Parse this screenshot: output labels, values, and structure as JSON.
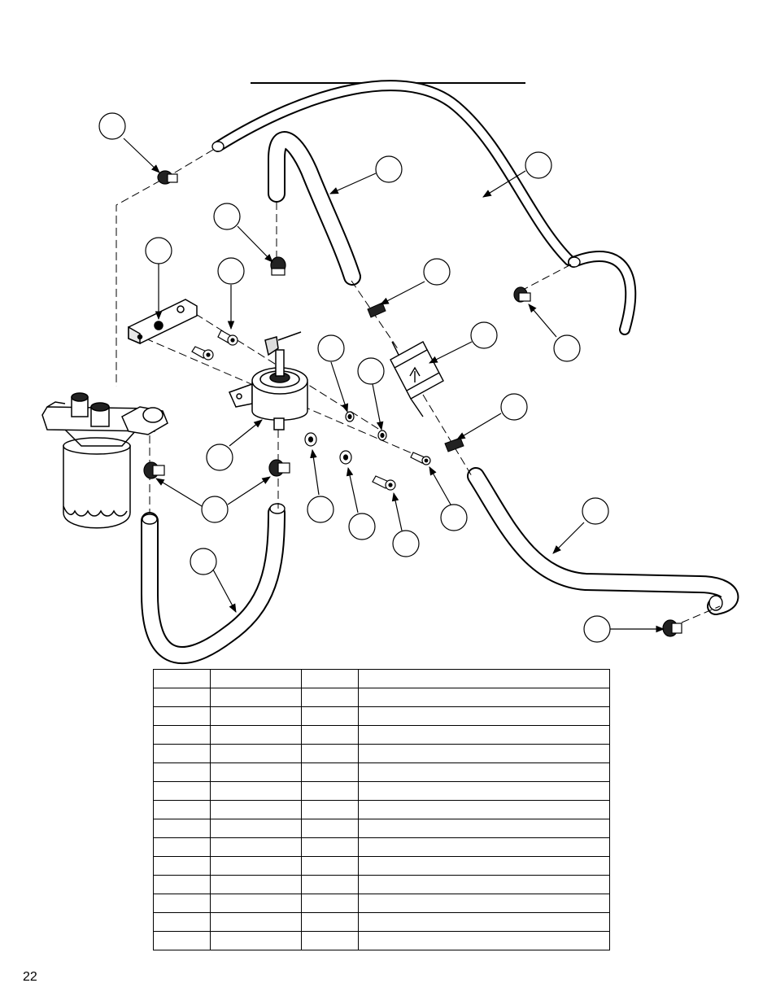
{
  "page": {
    "number": "22"
  },
  "callouts": [],
  "parts_table": {
    "rows": 15,
    "columns": 4
  }
}
